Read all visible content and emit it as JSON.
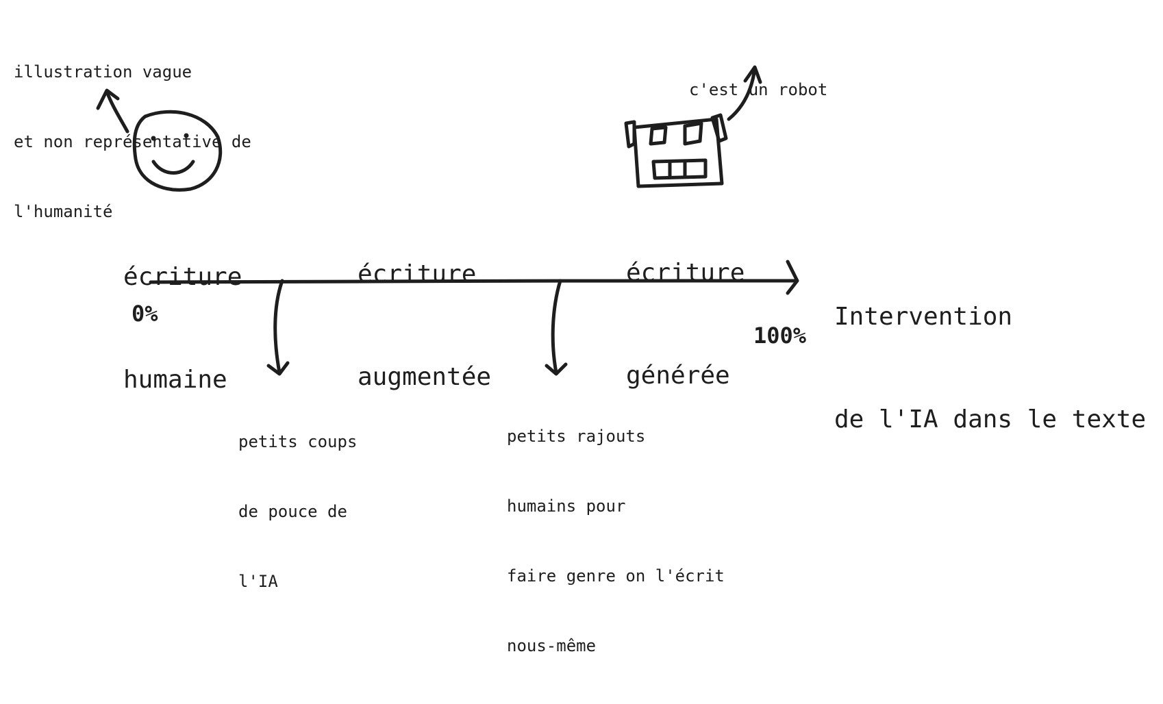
{
  "annotations": {
    "human_note": [
      "illustration vague",
      "et non représentative de",
      "l'humanité"
    ],
    "robot_note": [
      "c'est un robot"
    ]
  },
  "stages": [
    {
      "lines": [
        "écriture",
        "humaine"
      ]
    },
    {
      "lines": [
        "écriture",
        "augmentée"
      ]
    },
    {
      "lines": [
        "écriture",
        "générée"
      ]
    }
  ],
  "axis": {
    "title": [
      "Intervention",
      "de l'IA dans le texte"
    ],
    "start_label": "0%",
    "end_label": "100%"
  },
  "transitions": [
    {
      "lines": [
        "petits coups",
        "de pouce de",
        "l'IA"
      ]
    },
    {
      "lines": [
        "petits rajouts",
        "humains pour",
        "faire genre on l'écrit",
        "nous-même"
      ]
    }
  ],
  "colors": {
    "stroke": "#1e1e1e",
    "background": "#ffffff"
  },
  "icons": [
    "smiley-face-icon",
    "robot-icon"
  ]
}
